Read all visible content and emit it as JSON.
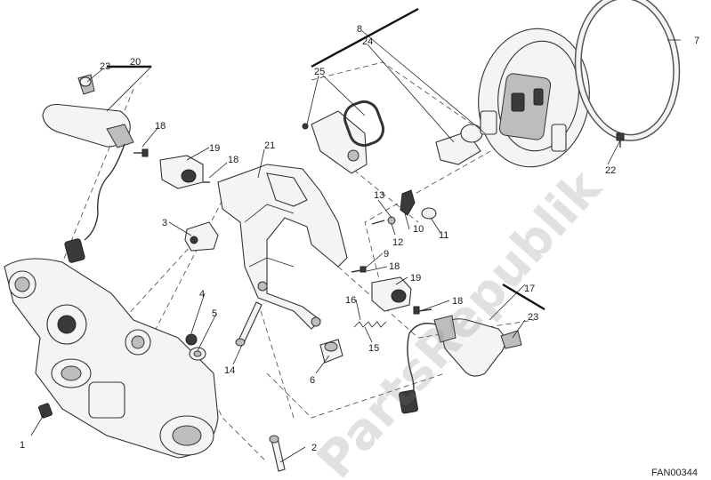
{
  "diagram": {
    "code": "FAN00344",
    "watermark": "PartsRepublik",
    "callouts": [
      "1",
      "2",
      "3",
      "4",
      "5",
      "6",
      "7",
      "8",
      "9",
      "10",
      "11",
      "12",
      "13",
      "14",
      "15",
      "16",
      "17",
      "18",
      "18",
      "18",
      "18",
      "19",
      "19",
      "20",
      "21",
      "22",
      "23",
      "23",
      "24",
      "25"
    ]
  },
  "colors": {
    "line": "#333333",
    "fill": "#f4f4f4",
    "dark": "#3a3a3a",
    "watermark": "#787878"
  }
}
